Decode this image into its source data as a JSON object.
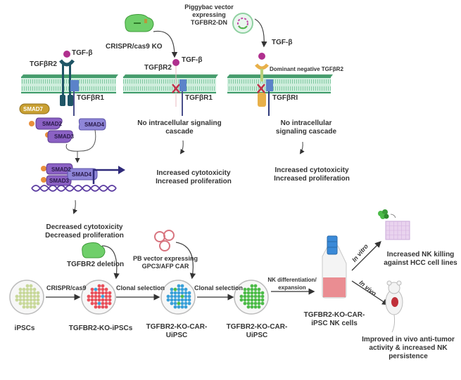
{
  "panel1": {
    "ligand": "TGF-β",
    "receptor2": "TGFβR2",
    "receptor1": "TGFβR1",
    "smads": {
      "smad7": "SMAD7",
      "smad2": "SMAD2",
      "smad3": "SMAD3",
      "smad4": "SMAD4"
    },
    "outcome": [
      "Decreased cytotoxicity",
      "Decreased proliferation"
    ]
  },
  "panel2": {
    "tool": "CRISPR/cas9 KO",
    "ligand": "TGF-β",
    "receptor2": "TGFβR2",
    "receptor1": "TGFβR1",
    "effect": [
      "No intracellular signaling",
      "cascade"
    ],
    "outcome": [
      "Increased cytotoxicity",
      "Increased proliferation"
    ]
  },
  "panel3": {
    "vector": [
      "Piggybac vector",
      "expressing",
      "TGFBR2-DN"
    ],
    "ligand": "TGF-β",
    "dn_receptor": "Dominant negative TGFβR2",
    "receptor1": "TGFβRI",
    "effect": [
      "No intracellular",
      "signaling cascade"
    ],
    "outcome": [
      "Increased cytotoxicity",
      "Increased proliferation"
    ]
  },
  "workflow": {
    "deletion_label": "TGFBR2 deletion",
    "pb_vector": [
      "PB vector expressing",
      "GPC3/AFP CAR"
    ],
    "steps": [
      {
        "label": [
          "iPSCs"
        ]
      },
      {
        "label": [
          "TGFBR2-KO-iPSCs"
        ]
      },
      {
        "label": [
          "TGFBR2-KO-CAR-",
          "UiPSC"
        ]
      },
      {
        "label": [
          "TGFBR2-KO-CAR-",
          "UiPSC"
        ]
      },
      {
        "label": [
          "TGFBR2-KO-CAR-",
          "iPSC NK cells"
        ]
      }
    ],
    "arrows": [
      "CRISPR/cas9",
      "Clonal selection",
      "Clonal selection",
      "NK differentiation/",
      "expansion"
    ],
    "in_vitro": "In vitro",
    "in_vivo": "In vivo",
    "in_vitro_result": [
      "Increased NK killing",
      "against HCC cell lines"
    ],
    "in_vivo_result": [
      "Improved in vivo anti-tumor",
      "activity & increased NK",
      "persistence"
    ]
  },
  "colors": {
    "membrane": "#9fd8b8",
    "membrane_edge": "#3f9b6a",
    "ligand": "#b0308e",
    "receptor2": "#1f5566",
    "receptor1": "#5b83c9",
    "dn_receptor": "#e8b04a",
    "smad": "#8b61c4",
    "smad4": "#8f86d8",
    "smad7": "#c9a032",
    "phospho": "#e88f3c",
    "dna": "#5a3aa0",
    "ipsc": "#c8d89a",
    "ko": "#e8515c",
    "car": "#3aa0d8",
    "nk": "#4cbb48",
    "cross": "#c0304a"
  }
}
